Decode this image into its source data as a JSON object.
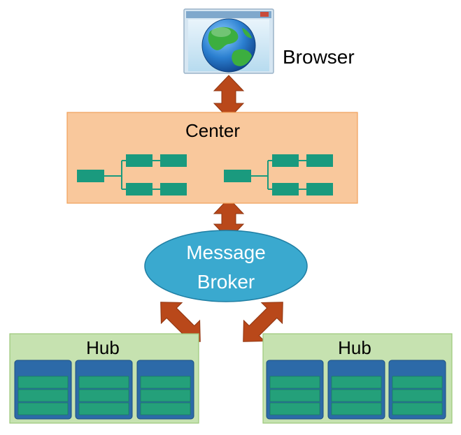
{
  "nodes": {
    "browser": {
      "label": "Browser"
    },
    "center": {
      "label": "Center"
    },
    "broker": {
      "label_line1": "Message",
      "label_line2": "Broker"
    },
    "hub_left": {
      "label": "Hub"
    },
    "hub_right": {
      "label": "Hub"
    }
  },
  "colors": {
    "arrow": "#b9481a",
    "center_fill": "#f9c89c",
    "center_stroke": "#f0a05a",
    "broker_fill": "#3aa9cf",
    "hub_fill": "#c6e2b0",
    "hub_stroke": "#9cc97a",
    "module_fill": "#1a9a7e",
    "card_header": "#2c6aa8",
    "card_row": "#24a07a"
  },
  "icons": {
    "browser": "globe-window-icon"
  }
}
